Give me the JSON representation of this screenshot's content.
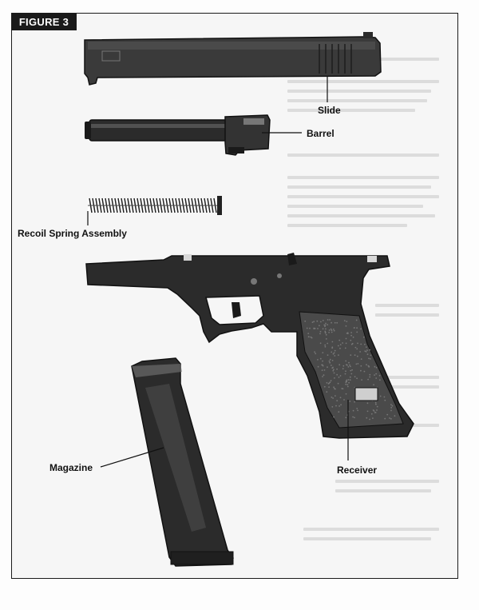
{
  "figure": {
    "tag": "FIGURE 3"
  },
  "parts": [
    {
      "id": "slide",
      "label": "Slide"
    },
    {
      "id": "barrel",
      "label": "Barrel"
    },
    {
      "id": "recoil-spring-assembly",
      "label": "Recoil Spring Assembly"
    },
    {
      "id": "receiver",
      "label": "Receiver"
    },
    {
      "id": "magazine",
      "label": "Magazine"
    }
  ],
  "colors": {
    "ink": "#1a1a1a",
    "metal": "#2b2b2b",
    "grip": "#3a3a3a",
    "paper": "#f6f6f6"
  }
}
